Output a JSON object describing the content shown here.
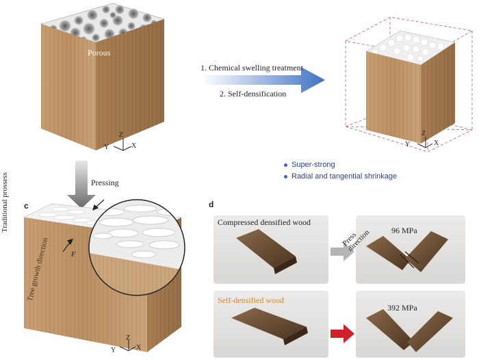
{
  "figure": {
    "top_left": {
      "pore_label": "Porous",
      "axes": {
        "y": "Y",
        "z": "Z",
        "x": "X"
      }
    },
    "process_arrow": {
      "step1": "1. Chemical swelling treatment",
      "step2": "2. Self-densification"
    },
    "top_right": {
      "axes": {
        "y": "Y",
        "z": "Z",
        "x": "X"
      }
    },
    "properties": [
      "Super-strong",
      "Radial and tangential shrinkage"
    ],
    "side_label": "Traditional prossess",
    "pressing_label": "Pressing",
    "panel_c": {
      "label": "c",
      "growth_label": "Tree growth direction",
      "force_label": "F",
      "axes": {
        "y": "Y",
        "z": "Z",
        "x": "X"
      }
    },
    "panel_d": {
      "label": "d",
      "compressed_label": "Compressed densified wood",
      "press_direction": "Press direction",
      "compressed_strength": "96 MPa",
      "self_label": "Self-densified wood",
      "self_strength": "392 MPa"
    },
    "colors": {
      "wood": "#c29a6c",
      "arrow_blue": "#3f72c4",
      "arrow_red": "#d0212a",
      "arrow_gray": "#b5b5b5",
      "self_label": "#d8852a",
      "bullet": "#2b3f8c"
    }
  }
}
